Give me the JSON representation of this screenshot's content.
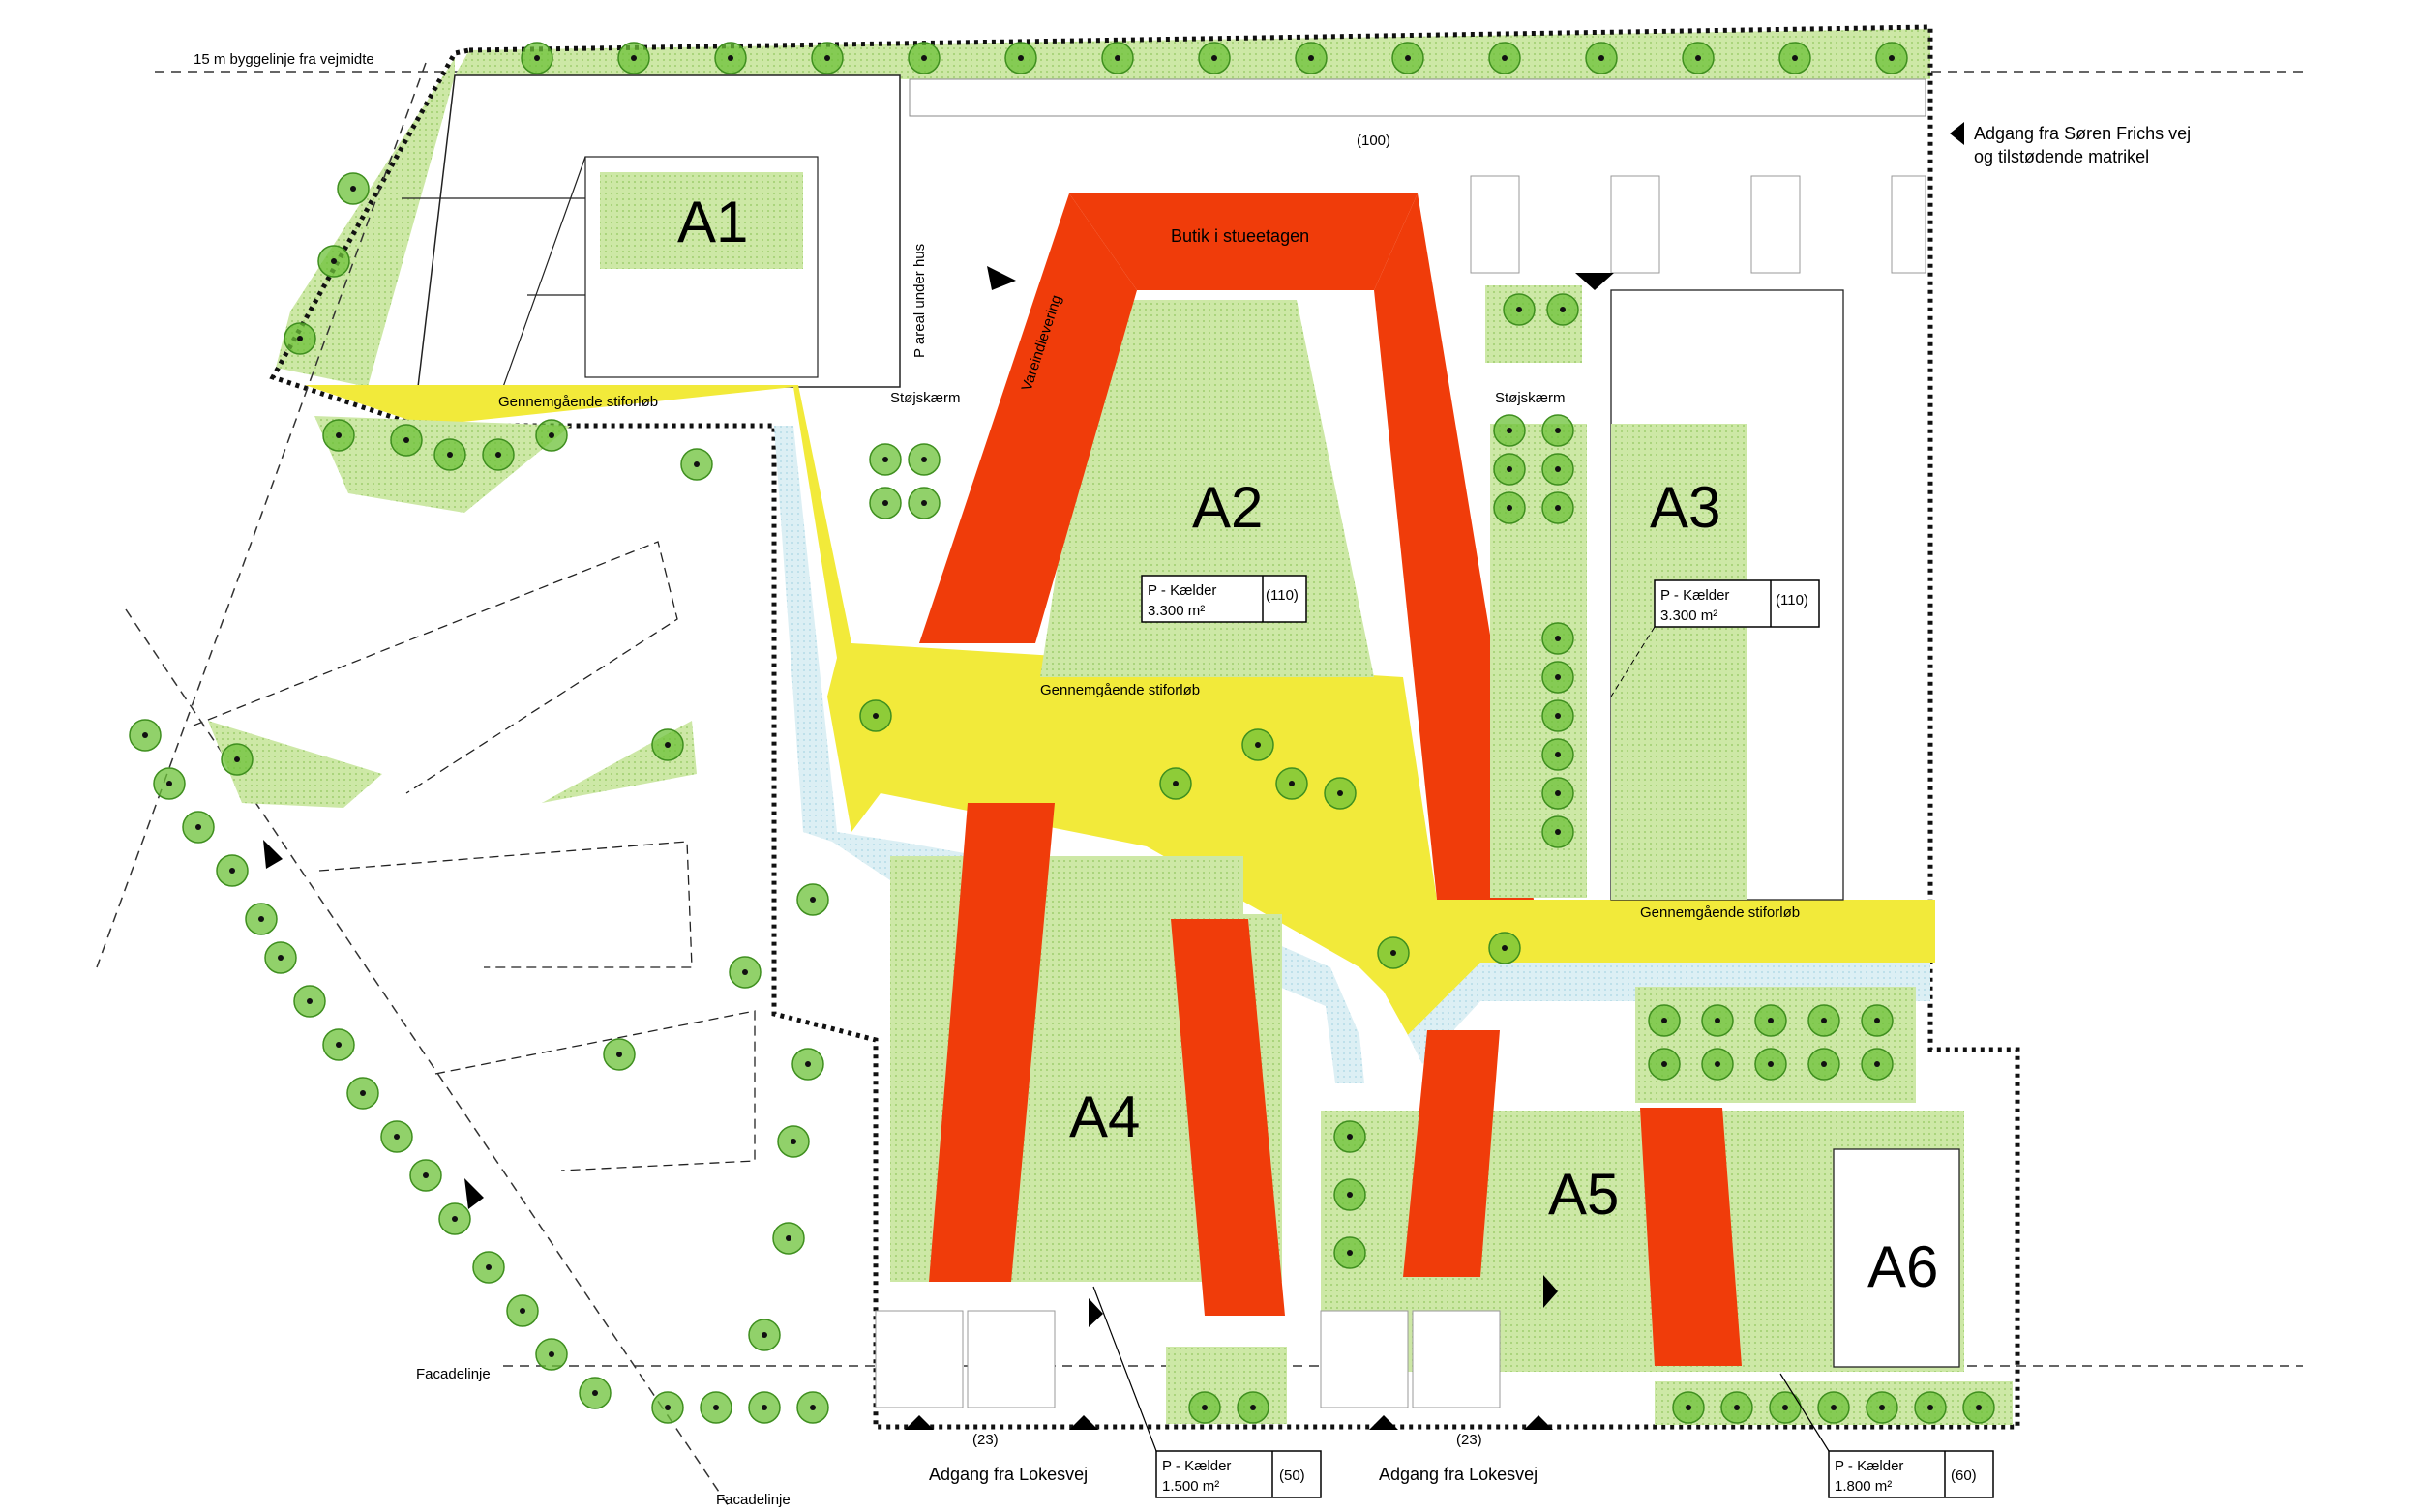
{
  "labels": {
    "setback_line": "15 m byggelinje fra vejmidte",
    "parking_count_top": "(100)",
    "access_north_1": "Adgang fra Søren Frichs vej",
    "access_north_2": "og tilstødende matrikel",
    "parking_under_house": "P areal under hus",
    "shop_ground_floor": "Butik i stueetagen",
    "delivery": "Vareindlevering",
    "path_1": "Gennemgående stiforløb",
    "path_2": "Gennemgående stiforløb",
    "path_3": "Gennemgående stiforløb",
    "noise_screen_1": "Støjskærm",
    "noise_screen_2": "Støjskærm",
    "facade_line_1": "Facadelinje",
    "facade_line_2": "Facadelinje",
    "access_south_1": "Adgang fra Lokesvej",
    "access_south_2": "Adgang fra Lokesvej",
    "parking_count_south_1": "(23)",
    "parking_count_south_2": "(23)"
  },
  "buildings": {
    "a1": "A1",
    "a2": "A2",
    "a3": "A3",
    "a4": "A4",
    "a5": "A5",
    "a6": "A6"
  },
  "basement_boxes": {
    "a2": {
      "title": "P - Kælder",
      "area": "3.300 m²",
      "count": "(110)"
    },
    "a3": {
      "title": "P - Kælder",
      "area": "3.300 m²",
      "count": "(110)"
    },
    "a4": {
      "title": "P - Kælder",
      "area": "1.500 m²",
      "count": "(50)"
    },
    "a6": {
      "title": "P - Kælder",
      "area": "1.800 m²",
      "count": "(60)"
    }
  },
  "parking_glyph": "P",
  "colors": {
    "building_red": "#f03c0a",
    "path_yellow": "#f2ea3a",
    "green_area": "#c9e6a2",
    "water_blue": "#d7ecf2",
    "tree_green": "#6cc238"
  }
}
